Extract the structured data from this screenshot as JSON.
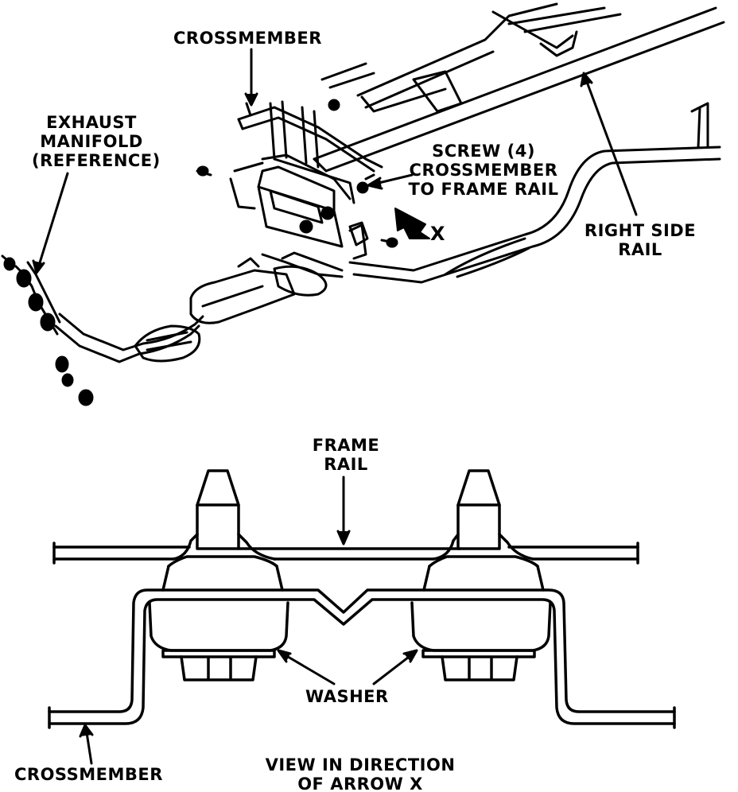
{
  "labels": {
    "crossmember_top": "CROSSMEMBER",
    "exhaust_manifold": [
      "EXHAUST",
      "MANIFOLD",
      "(REFERENCE)"
    ],
    "screw": [
      "SCREW (4)",
      "CROSSMEMBER",
      "TO FRAME RAIL"
    ],
    "arrow_x": "X",
    "right_side_rail": [
      "RIGHT SIDE",
      "RAIL"
    ],
    "frame_rail": [
      "FRAME",
      "RAIL"
    ],
    "washer": "WASHER",
    "crossmember_bottom": "CROSSMEMBER",
    "view_caption": [
      "VIEW IN DIRECTION",
      "OF ARROW X"
    ]
  },
  "colors": {
    "ink": "#000000",
    "paper": "#ffffff"
  }
}
